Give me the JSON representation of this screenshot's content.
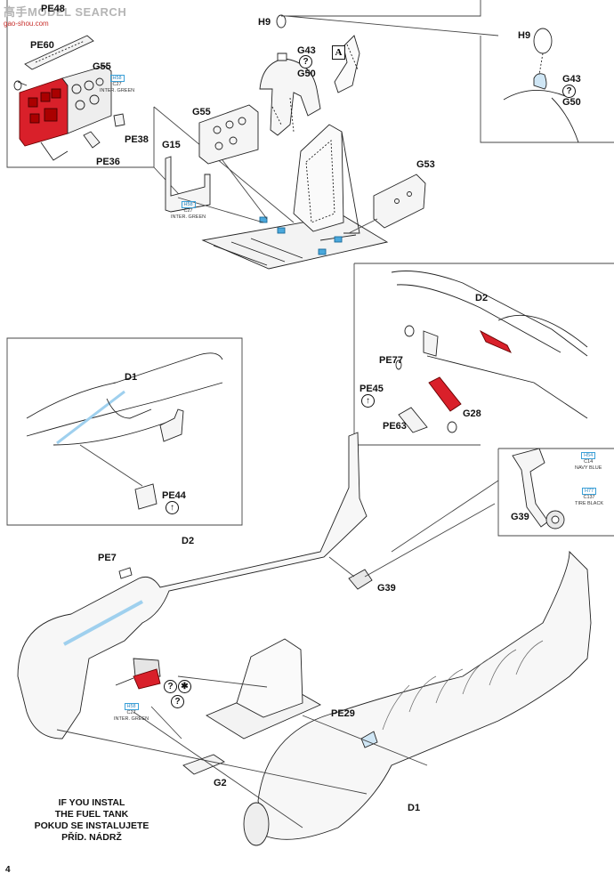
{
  "watermark": {
    "text": "高手MODEL SEARCH",
    "url_text": "gao-shou.com"
  },
  "page_number": "4",
  "step_box_label": "A",
  "parts": {
    "pe60": "PE60",
    "g55_top": "G55",
    "pe38": "PE38",
    "pe36": "PE36",
    "pe_cut": "PE48",
    "h9_main": "H9",
    "g43_main": "G43",
    "g50_main": "G50",
    "h9_inset": "H9",
    "g43_inset": "G43",
    "g50_inset": "G50",
    "g55_mid": "G55",
    "g15": "G15",
    "g53": "G53",
    "d2_inset": "D2",
    "pe77": "PE77",
    "pe45": "PE45",
    "pe63": "PE63",
    "g28": "G28",
    "d1_inset": "D1",
    "pe44": "PE44",
    "g39_inset": "G39",
    "d2_main": "D2",
    "pe7": "PE7",
    "g39_main": "G39",
    "pe29": "PE29",
    "g2": "G2",
    "d1_main": "D1"
  },
  "paints": {
    "inter_green_1": {
      "code": "H58",
      "mix": "C27",
      "name": "INTER. GREEN"
    },
    "inter_green_2": {
      "code": "H58",
      "mix": "C27",
      "name": "INTER. GREEN"
    },
    "inter_green_3": {
      "code": "H58",
      "mix": "C27",
      "name": "INTER. GREEN"
    },
    "navy_blue": {
      "code": "H54",
      "mix": "C14",
      "name": "NAVY BLUE"
    },
    "tire_black": {
      "code": "H77",
      "mix": "C137",
      "name": "TIRE BLACK"
    }
  },
  "symbols": {
    "optional": "?",
    "attach": "↑",
    "photo_etch": "✱"
  },
  "note": {
    "line1": "IF YOU INSTAL",
    "line2": "THE FUEL TANK",
    "line3": "POKUD SE INSTALUJETE",
    "line4": "PŘÍD. NÁDRŽ"
  }
}
